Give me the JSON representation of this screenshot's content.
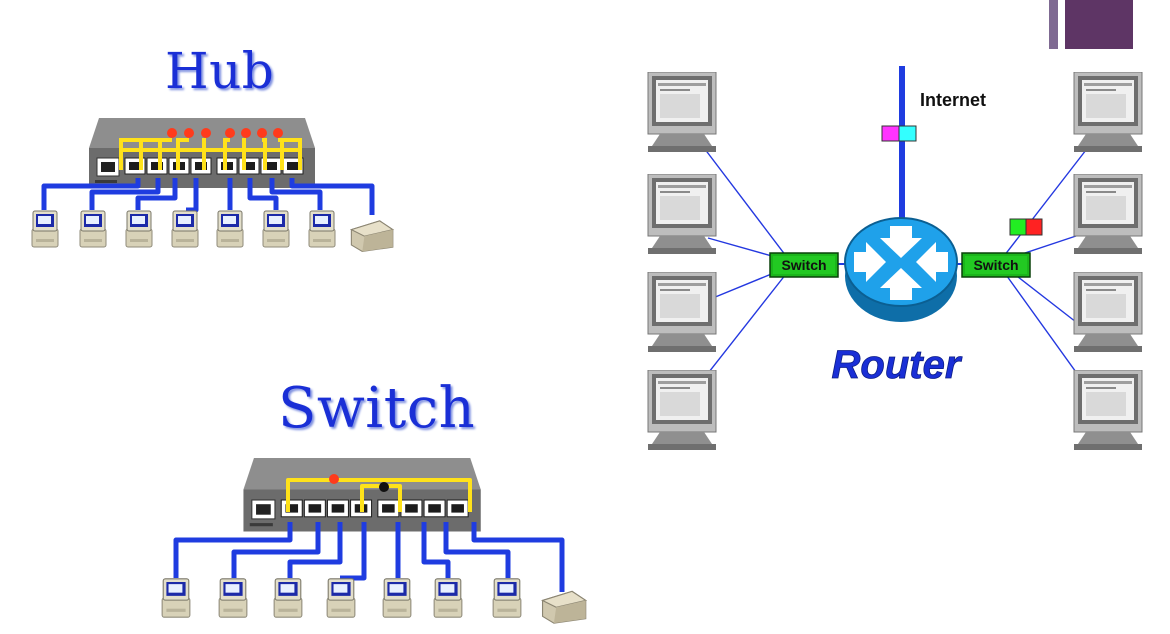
{
  "slide": {
    "accent_color": "#5e3565",
    "accent_bar_color": "#7f6a92"
  },
  "hub": {
    "title": "Hub",
    "device": "hub-device",
    "pc_count": 7,
    "has_printer": true
  },
  "switch_panel": {
    "title": "Switch",
    "device": "switch-device",
    "pc_count": 7,
    "has_printer": true
  },
  "router_diagram": {
    "internet_label": "Internet",
    "router_label": "Router",
    "left_switch_label": "Switch",
    "right_switch_label": "Switch",
    "left_pc_count": 4,
    "right_pc_count": 4
  },
  "colors": {
    "title_blue": "#1a2fd6",
    "cable_blue": "#1f3ce0",
    "signal_yellow": "#ffe21a",
    "signal_red": "#ff3b1c",
    "router_blue": "#1fa1ea",
    "switch_green": "#1bb51b"
  }
}
